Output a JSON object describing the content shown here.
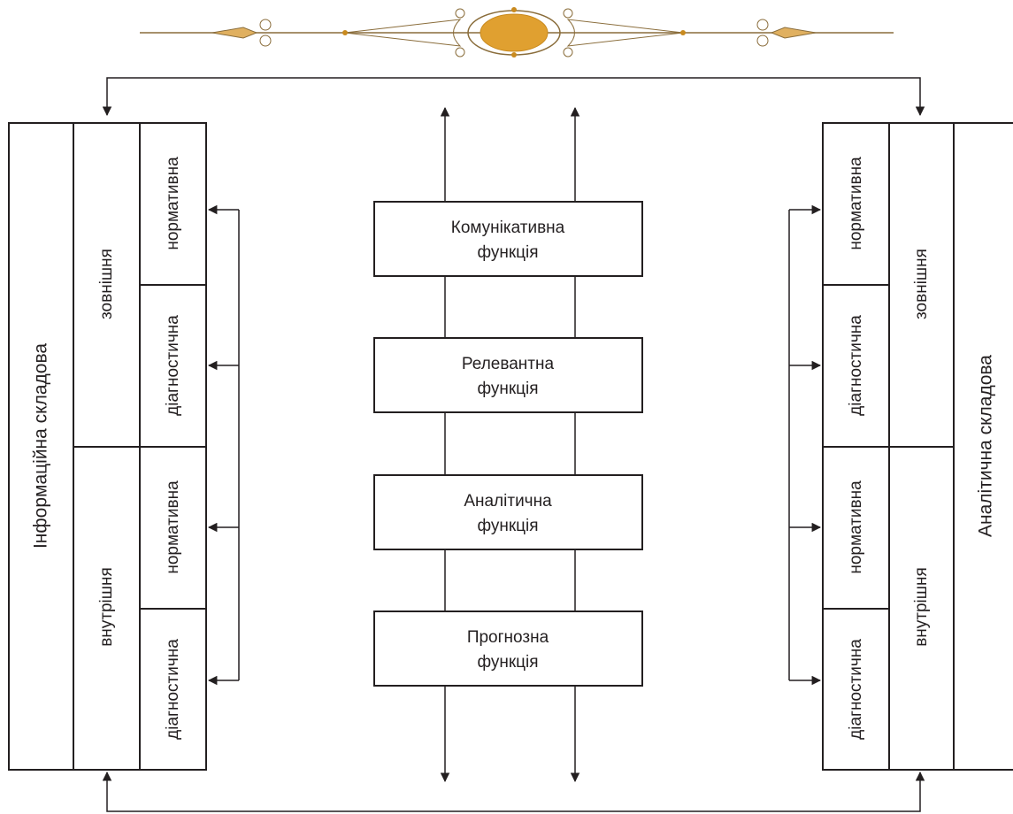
{
  "left_panel": {
    "title": "Інформаційна складова",
    "upper_group": "зовнішня",
    "lower_group": "внутрішня",
    "cells": [
      "нормативна",
      "діагностична",
      "нормативна",
      "діагностична"
    ]
  },
  "right_panel": {
    "title": "Аналітична складова",
    "upper_group": "зовнішня",
    "lower_group": "внутрішня",
    "cells": [
      "нормативна",
      "діагностична",
      "нормативна",
      "діагностична"
    ]
  },
  "functions": [
    {
      "line1": "Комунікативна",
      "line2": "функція"
    },
    {
      "line1": "Релевантна",
      "line2": "функція"
    },
    {
      "line1": "Аналітична",
      "line2": "функція"
    },
    {
      "line1": "Прогнозна",
      "line2": "функція"
    }
  ],
  "colors": {
    "ink": "#231f20",
    "ornament_gold": "#e0a030",
    "ornament_line": "#8a6d3b"
  }
}
